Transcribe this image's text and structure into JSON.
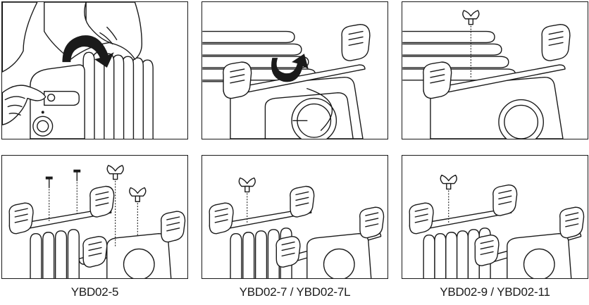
{
  "captions": {
    "p4": "YBD02-5",
    "p5": "YBD02-7 / YBD02-7L",
    "p6": "YBD02-9 / YBD02-11"
  },
  "colors": {
    "stroke": "#1a1a1a",
    "background": "#ffffff"
  }
}
